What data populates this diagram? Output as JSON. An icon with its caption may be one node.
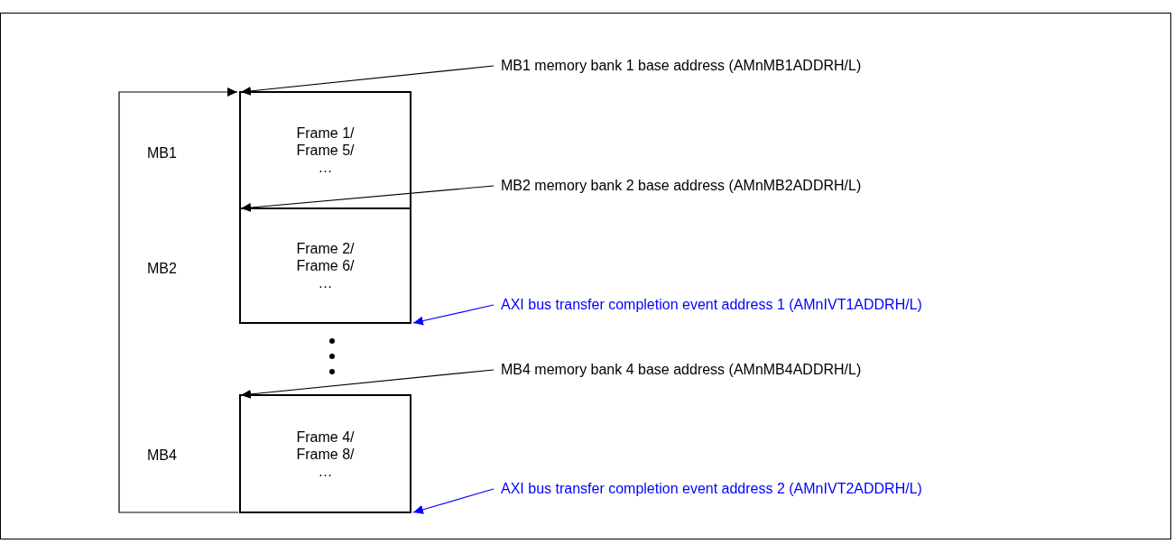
{
  "diagram": {
    "nodes": [
      {
        "text": [
          "Frame 1/ Frame 5/ …"
        ]
      },
      {
        "text": [
          "Frame 2/ Frame 6/ …"
        ]
      },
      {
        "text": [
          "Frame 4/ Frame 8/ …"
        ]
      },
      {
        "text": [
          "MB1 memory bank 1 base address (AMnMB1ADDRH/L)"
        ]
      },
      {
        "text": [
          "MB2 memory bank 2 base address (AMnMB2ADDRH/L)"
        ]
      },
      {
        "text": [
          "AXI bus transfer completion event address 1 (AMnIVT1ADDRH/L)"
        ]
      },
      {
        "text": [
          "MB4 memory bank 4 base address (AMnMB4ADDRH/L)"
        ]
      },
      {
        "text": [
          "AXI bus transfer completion event address 2 (AMnIVT2ADDRH/L)"
        ]
      }
    ],
    "edges": [
      {
        "from": 3,
        "to": 0,
        "arrow": "to"
      },
      {
        "from": 4,
        "to": 1,
        "arrow": "to"
      },
      {
        "from": 5,
        "to": 1,
        "arrow": "to",
        "color": "#0000ff"
      },
      {
        "from": 6,
        "to": 2,
        "arrow": "to"
      },
      {
        "from": 7,
        "to": 2,
        "arrow": "to",
        "color": "#0000ff"
      },
      {
        "from": 2,
        "to": 0,
        "arrow": "to"
      }
    ],
    "labels": [
      "MB1",
      "MB2",
      "MB4"
    ]
  }
}
